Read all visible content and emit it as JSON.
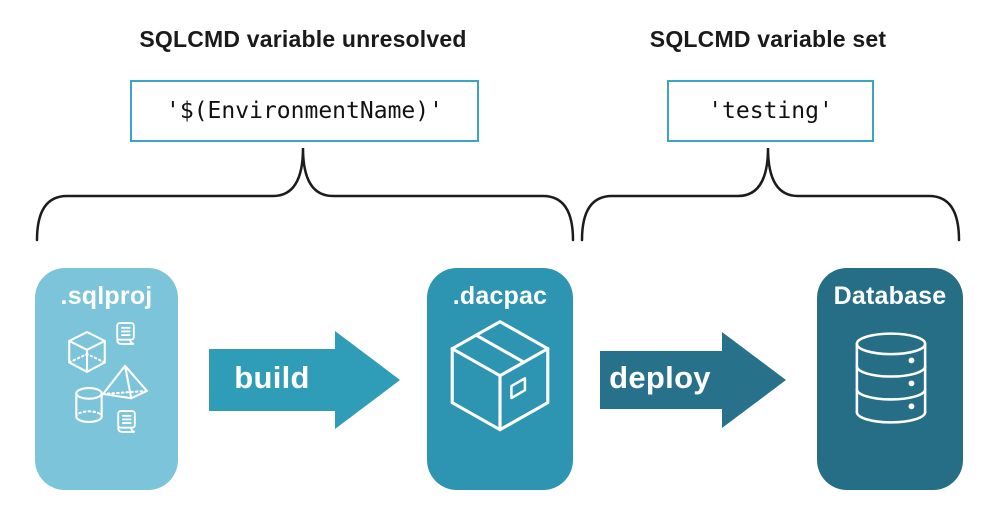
{
  "annotations": {
    "left": {
      "title": "SQLCMD variable unresolved",
      "code": "'$(EnvironmentName)'"
    },
    "right": {
      "title": "SQLCMD variable set",
      "code": "'testing'"
    }
  },
  "pipeline": {
    "stages": [
      {
        "label": ".sqlproj",
        "color": "#7cc4da",
        "icon": "sql-objects-icons"
      },
      {
        "label": ".dacpac",
        "color": "#2d95b2",
        "icon": "package-icon"
      },
      {
        "label": "Database",
        "color": "#256e86",
        "icon": "database-icon"
      }
    ],
    "arrows": [
      {
        "label": "build",
        "color": "#2f9cb8"
      },
      {
        "label": "deploy",
        "color": "#27718a"
      }
    ]
  },
  "colors": {
    "code_box_border": "#3ba6c4",
    "brace_stroke": "#1c1c1c",
    "heading_text": "#1a1a1a",
    "code_text": "#111111",
    "stage_label_text": "#ffffff",
    "arrow_label_text": "#ffffff"
  }
}
